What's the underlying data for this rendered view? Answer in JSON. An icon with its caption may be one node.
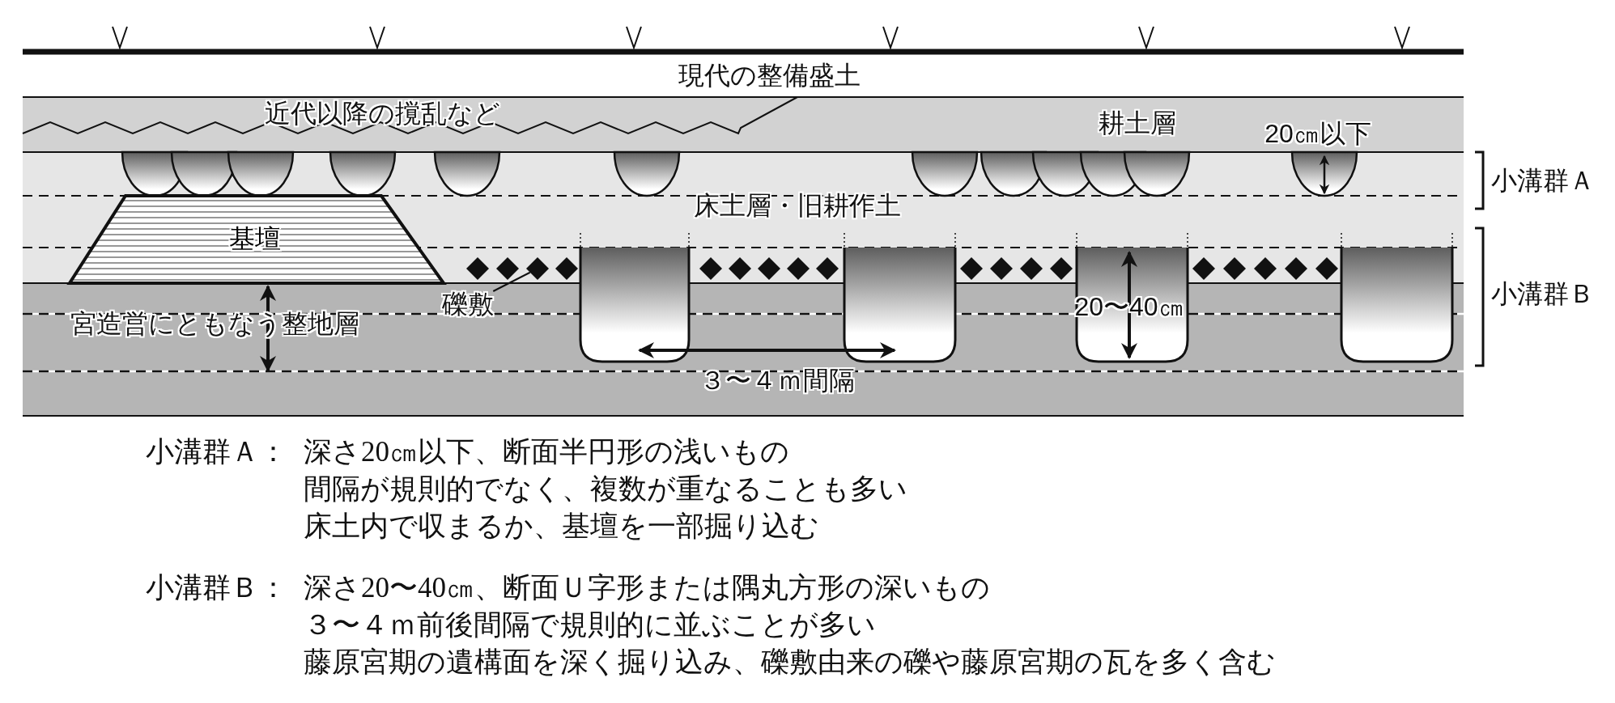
{
  "diagram": {
    "nodes": [
      {
        "text": [
          "基壇"
        ]
      },
      {
        "text": [
          "礫敷"
        ]
      },
      {
        "text": [],
        "shape": "diamond"
      }
    ],
    "edges": [
      {
        "from": 1,
        "to": 2,
        "arrow": "none"
      }
    ],
    "labels": [
      "現代の整備盛土",
      "近代以降の撹乱など",
      "耕土層",
      "20㎝以下",
      "小溝群Ａ",
      "床土層・旧耕作土",
      "小溝群Ｂ",
      "宮造営にともなう整地層",
      "20〜40㎝",
      "３〜４ｍ間隔",
      "小溝群Ａ：",
      "深さ20㎝以下、断面半円形の浅いもの",
      "間隔が規則的でなく、複数が重なることも多い",
      "床土内で収まるか、基壇を一部掘り込む",
      "小溝群Ｂ：",
      "深さ20〜40㎝、断面Ｕ字形または隅丸方形の深いもの",
      "３〜４ｍ前後間隔で規則的に並ぶことが多い",
      "藤原宮期の遺構面を深く掘り込み、礫敷由来の礫や藤原宮期の瓦を多く含む"
    ]
  }
}
